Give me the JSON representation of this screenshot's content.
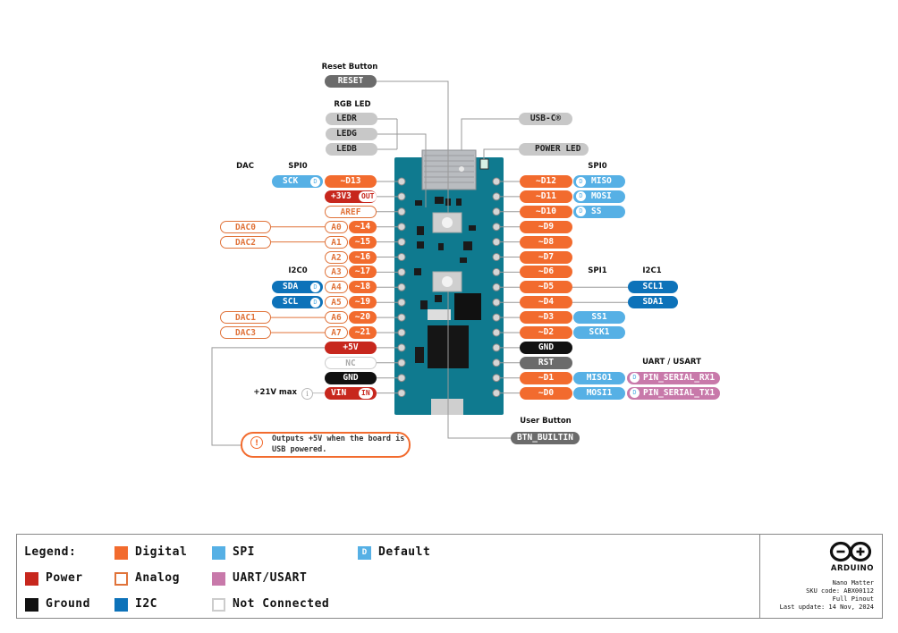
{
  "colors": {
    "digital": "#f26b2e",
    "power": "#c7271d",
    "ground": "#111111",
    "spi": "#56b0e5",
    "i2c": "#0d72b9",
    "uart": "#c879aa",
    "analog_border": "#e0733a",
    "gray": "#6b6b6b",
    "lightgray": "#c8c8c8",
    "board": "#0f7a8f"
  },
  "labels": {
    "reset_button": "Reset Button",
    "reset": "RESET",
    "rgb_led": "RGB LED",
    "ledr": "LEDR",
    "ledg": "LEDG",
    "ledb": "LEDB",
    "usbc": "USB-C®",
    "power_led": "POWER LED",
    "dac": "DAC",
    "spi0_left": "SPI0",
    "spi0_right": "SPI0",
    "i2c0": "I2C0",
    "spi1": "SPI1",
    "i2c1": "I2C1",
    "uart_usart": "UART / USART",
    "user_button": "User Button",
    "btn_builtin": "BTN_BUILTIN",
    "vin_max": "+21V max",
    "note": "Outputs +5V when the board is USB powered.",
    "default_mark": "D"
  },
  "left_pins": [
    {
      "label": "~D13",
      "type": "digital"
    },
    {
      "label": "+3V3",
      "type": "power",
      "tag": "OUT"
    },
    {
      "label": "AREF",
      "type": "analog"
    },
    {
      "label": "A0",
      "label2": "~14",
      "type": "analog_digital"
    },
    {
      "label": "A1",
      "label2": "~15",
      "type": "analog_digital"
    },
    {
      "label": "A2",
      "label2": "~16",
      "type": "analog_digital"
    },
    {
      "label": "A3",
      "label2": "~17",
      "type": "analog_digital"
    },
    {
      "label": "A4",
      "label2": "~18",
      "type": "analog_digital"
    },
    {
      "label": "A5",
      "label2": "~19",
      "type": "analog_digital"
    },
    {
      "label": "A6",
      "label2": "~20",
      "type": "analog_digital"
    },
    {
      "label": "A7",
      "label2": "~21",
      "type": "analog_digital"
    },
    {
      "label": "+5V",
      "type": "power"
    },
    {
      "label": "NC",
      "type": "nc"
    },
    {
      "label": "GND",
      "type": "ground"
    },
    {
      "label": "VIN",
      "type": "power",
      "tag": "IN"
    }
  ],
  "left_extras": [
    {
      "row": 0,
      "label": "SCK",
      "type": "spi",
      "default": true
    },
    {
      "row": 3,
      "label": "DAC0",
      "type": "analog"
    },
    {
      "row": 4,
      "label": "DAC2",
      "type": "analog"
    },
    {
      "row": 7,
      "label": "SDA",
      "type": "i2c",
      "default": true
    },
    {
      "row": 8,
      "label": "SCL",
      "type": "i2c",
      "default": true
    },
    {
      "row": 9,
      "label": "DAC1",
      "type": "analog"
    },
    {
      "row": 10,
      "label": "DAC3",
      "type": "analog"
    }
  ],
  "right_pins": [
    {
      "label": "~D12",
      "type": "digital"
    },
    {
      "label": "~D11",
      "type": "digital"
    },
    {
      "label": "~D10",
      "type": "digital"
    },
    {
      "label": "~D9",
      "type": "digital"
    },
    {
      "label": "~D8",
      "type": "digital"
    },
    {
      "label": "~D7",
      "type": "digital"
    },
    {
      "label": "~D6",
      "type": "digital"
    },
    {
      "label": "~D5",
      "type": "digital"
    },
    {
      "label": "~D4",
      "type": "digital"
    },
    {
      "label": "~D3",
      "type": "digital"
    },
    {
      "label": "~D2",
      "type": "digital"
    },
    {
      "label": "GND",
      "type": "ground"
    },
    {
      "label": "RST",
      "type": "gray"
    },
    {
      "label": "~D1",
      "type": "digital"
    },
    {
      "label": "~D0",
      "type": "digital"
    }
  ],
  "right_extras": [
    {
      "row": 0,
      "label": "MISO",
      "type": "spi",
      "default": true,
      "col": 1
    },
    {
      "row": 1,
      "label": "MOSI",
      "type": "spi",
      "default": true,
      "col": 1
    },
    {
      "row": 2,
      "label": "SS",
      "type": "spi",
      "default": true,
      "col": 1
    },
    {
      "row": 7,
      "label": "SCL1",
      "type": "i2c",
      "col": 2
    },
    {
      "row": 8,
      "label": "SDA1",
      "type": "i2c",
      "col": 2
    },
    {
      "row": 9,
      "label": "SS1",
      "type": "spi",
      "col": 1
    },
    {
      "row": 10,
      "label": "SCK1",
      "type": "spi",
      "col": 1
    },
    {
      "row": 13,
      "label": "MISO1",
      "type": "spi",
      "col": 1
    },
    {
      "row": 13,
      "label": "PIN_SERIAL_RX1",
      "type": "uart",
      "default": true,
      "col": 3
    },
    {
      "row": 14,
      "label": "MOSI1",
      "type": "spi",
      "col": 1
    },
    {
      "row": 14,
      "label": "PIN_SERIAL_TX1",
      "type": "uart",
      "default": true,
      "col": 3
    }
  ],
  "legend": {
    "title": "Legend:",
    "items": [
      {
        "label": "Digital",
        "type": "digital"
      },
      {
        "label": "SPI",
        "type": "spi"
      },
      {
        "label": "Default",
        "type": "default"
      },
      {
        "label": "Power",
        "type": "power"
      },
      {
        "label": "Analog",
        "type": "analog"
      },
      {
        "label": "UART/USART",
        "type": "uart"
      },
      {
        "label": "Ground",
        "type": "ground"
      },
      {
        "label": "I2C",
        "type": "i2c"
      },
      {
        "label": "Not Connected",
        "type": "nc"
      }
    ],
    "default_mark": "D"
  },
  "footer": {
    "brand": "ARDUINO",
    "product": "Nano Matter",
    "sku": "SKU code: ABX00112",
    "pinout": "Full Pinout",
    "updated": "Last update: 14 Nov, 2024"
  }
}
